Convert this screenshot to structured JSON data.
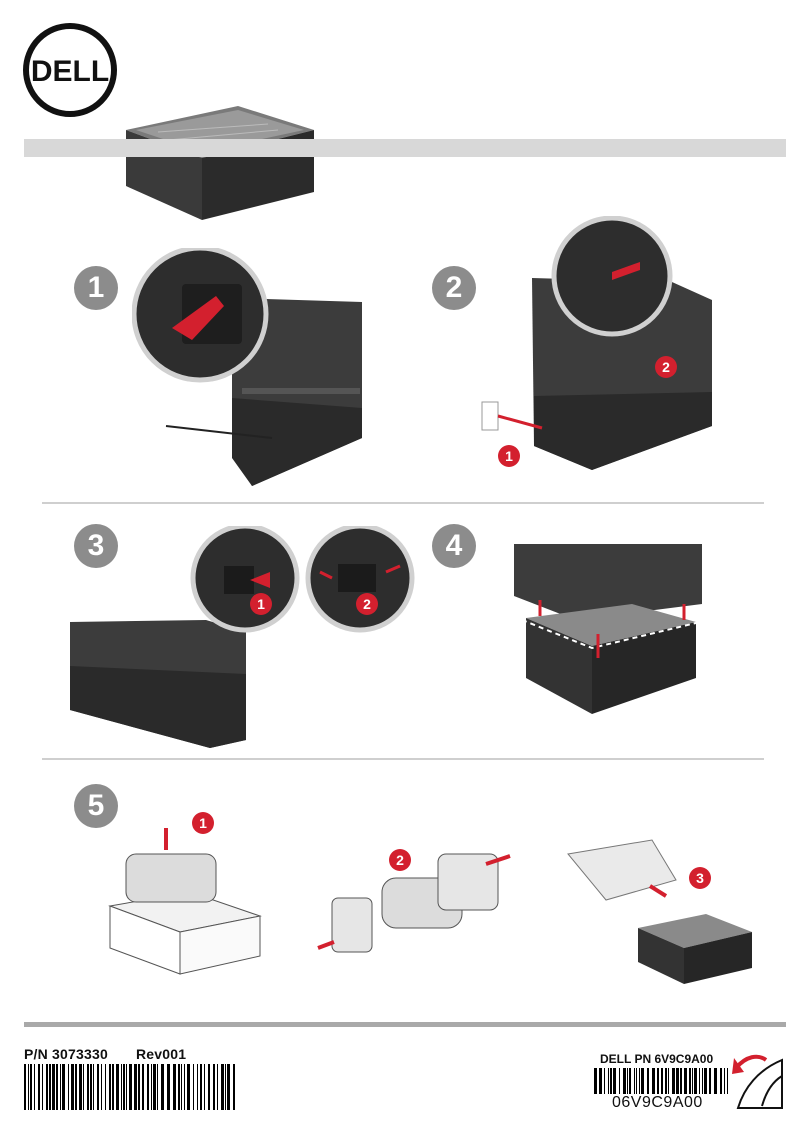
{
  "brand": {
    "logo_text": "DELL"
  },
  "steps": [
    {
      "number": "1",
      "callouts": []
    },
    {
      "number": "2",
      "callouts": [
        "1",
        "2"
      ]
    },
    {
      "number": "3",
      "callouts": [
        "1",
        "2"
      ]
    },
    {
      "number": "4",
      "callouts": []
    },
    {
      "number": "5",
      "callouts": [
        "1",
        "2",
        "3"
      ]
    }
  ],
  "footer": {
    "part_number": "P/N 3073330",
    "revision": "Rev001",
    "dell_pn": "DELL PN 6V9C9A00",
    "barcode_text": "06V9C9A00"
  },
  "colors": {
    "accent": "#d3202e",
    "badge": "#8c8c8c",
    "printer": "#3a3a3a",
    "band": "#d8d8d8"
  }
}
